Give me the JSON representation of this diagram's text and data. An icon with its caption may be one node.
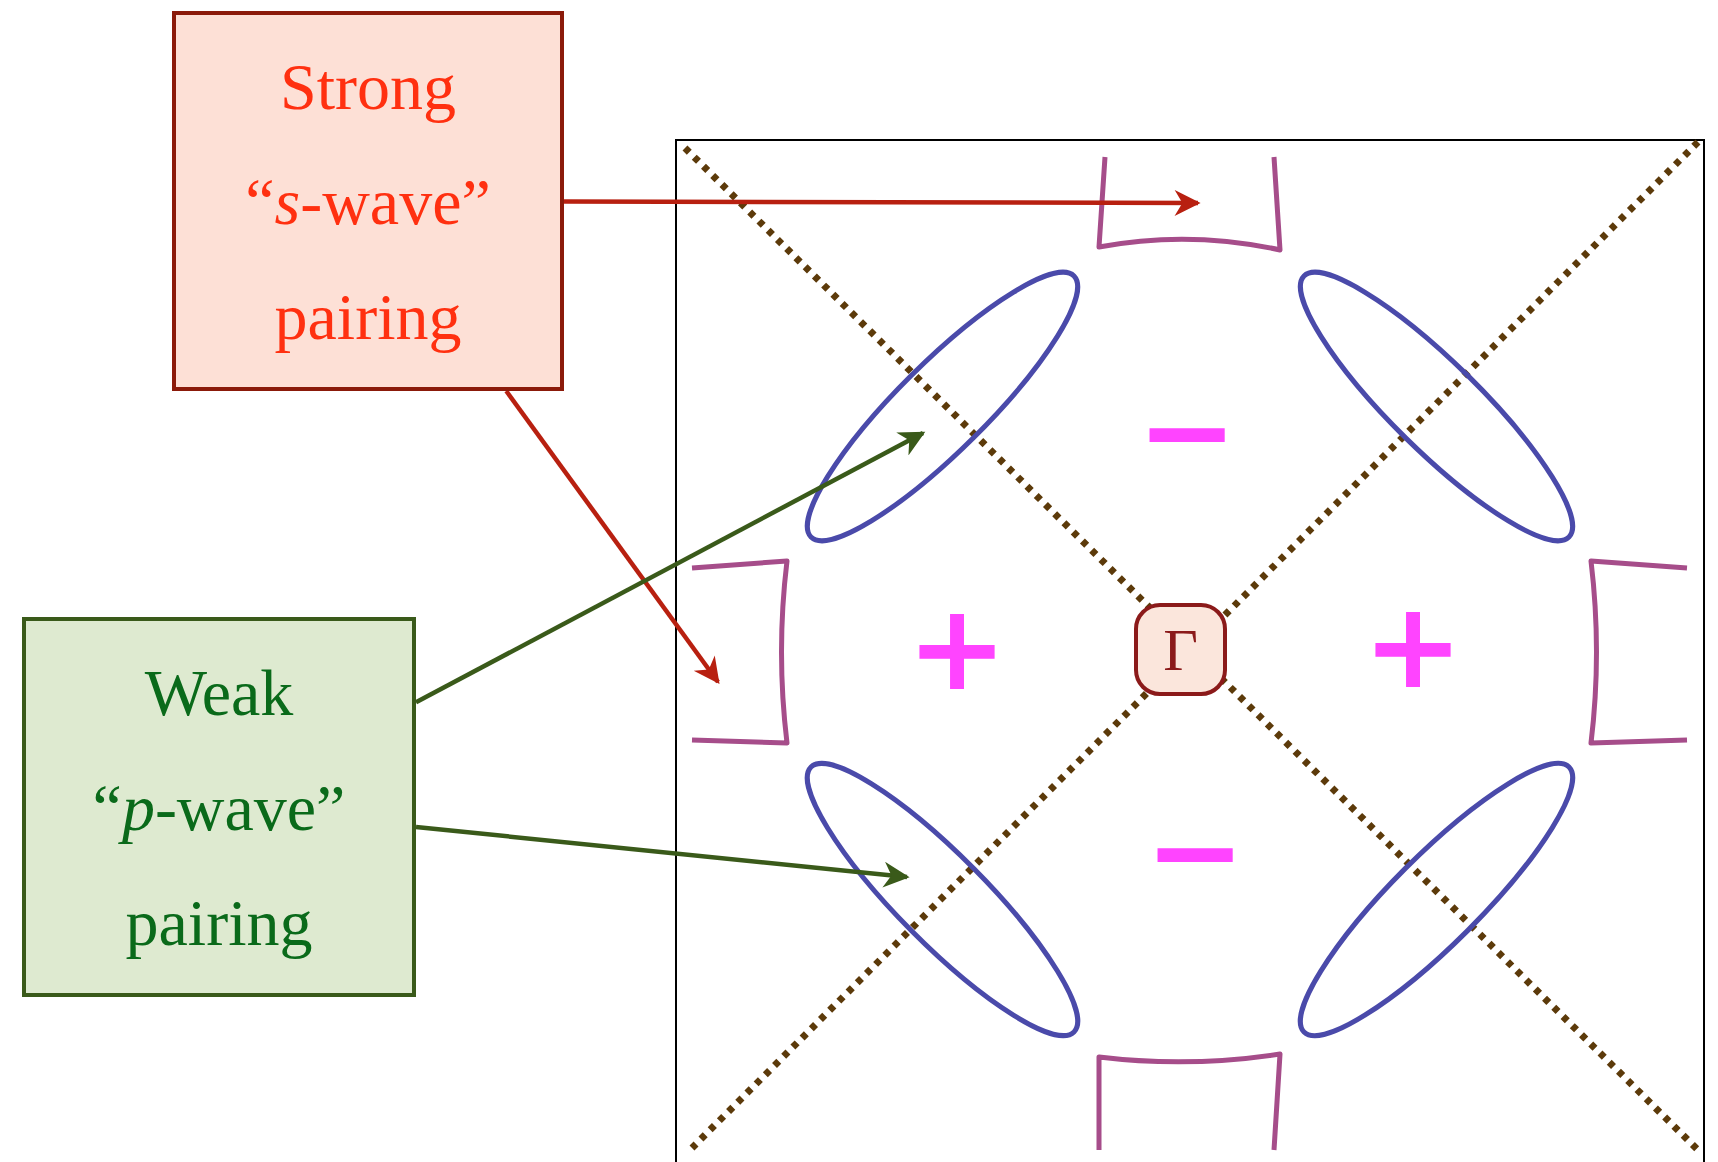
{
  "diagram": {
    "nodes": [
      {
        "text": [
          "Strong “*s*-wave” pairing"
        ]
      },
      {
        "text": [
          "Weak “*p*-wave” pairing"
        ]
      },
      {
        "text": [
          "Γ"
        ]
      }
    ],
    "edges": [
      {
        "from": 0,
        "to": null,
        "arrow": "to",
        "color": "#b82010"
      },
      {
        "from": 0,
        "to": null,
        "arrow": "to",
        "color": "#b82010"
      },
      {
        "from": 1,
        "to": null,
        "arrow": "to",
        "color": "#3a5a1a"
      },
      {
        "from": 1,
        "to": null,
        "arrow": "to",
        "color": "#3a5a1a"
      }
    ],
    "labels": [
      "−",
      "+",
      "+",
      "−"
    ]
  }
}
